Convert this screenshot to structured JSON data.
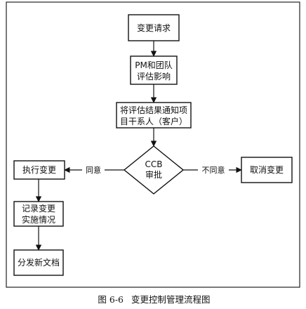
{
  "figure": {
    "caption_number": "图 6-6",
    "caption_title": "变更控制管理流程图"
  },
  "nodes": {
    "change_request": {
      "lines": [
        "变更请求"
      ]
    },
    "pm_team_assess": {
      "lines": [
        "PM和团队",
        "评估影响"
      ]
    },
    "notify_stakeholders": {
      "lines": [
        "将评估结果通知项",
        "目干系人（客户）"
      ]
    },
    "ccb_approval": {
      "lines": [
        "CCB",
        "审批"
      ]
    },
    "execute_change": {
      "lines": [
        "执行变更"
      ]
    },
    "cancel_change": {
      "lines": [
        "取消变更"
      ]
    },
    "record_implementation": {
      "lines": [
        "记录变更",
        "实施情况"
      ]
    },
    "distribute_docs": {
      "lines": [
        "分发新文档"
      ]
    }
  },
  "edges": {
    "agree_label": "同意",
    "disagree_label": "不同意"
  }
}
